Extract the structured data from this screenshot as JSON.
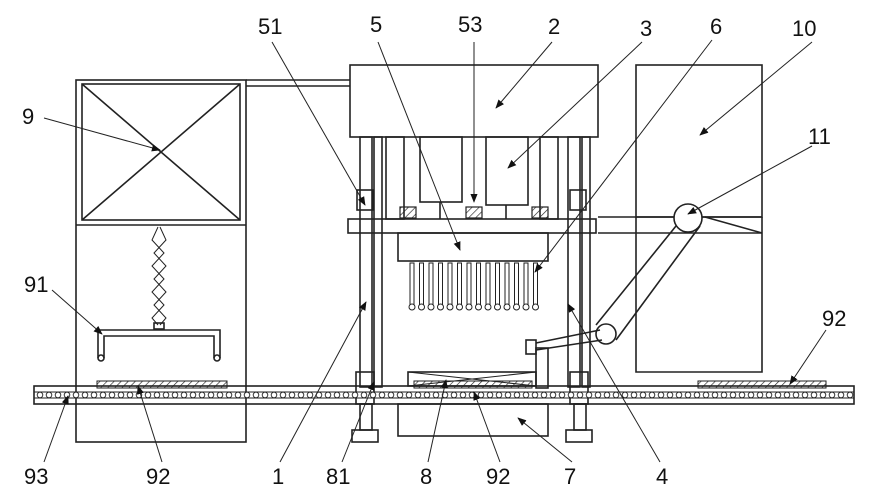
{
  "labels": {
    "l51": "51",
    "l5": "5",
    "l53": "53",
    "l2": "2",
    "l3": "3",
    "l6": "6",
    "l10": "10",
    "l9": "9",
    "l11": "11",
    "l91": "91",
    "l92_right": "92",
    "l93": "93",
    "l92_left": "92",
    "l1": "1",
    "l81": "81",
    "l8": "8",
    "l92_center": "92",
    "l7": "7",
    "l4": "4"
  },
  "colors": {
    "line": "#222222",
    "background": "#ffffff"
  }
}
